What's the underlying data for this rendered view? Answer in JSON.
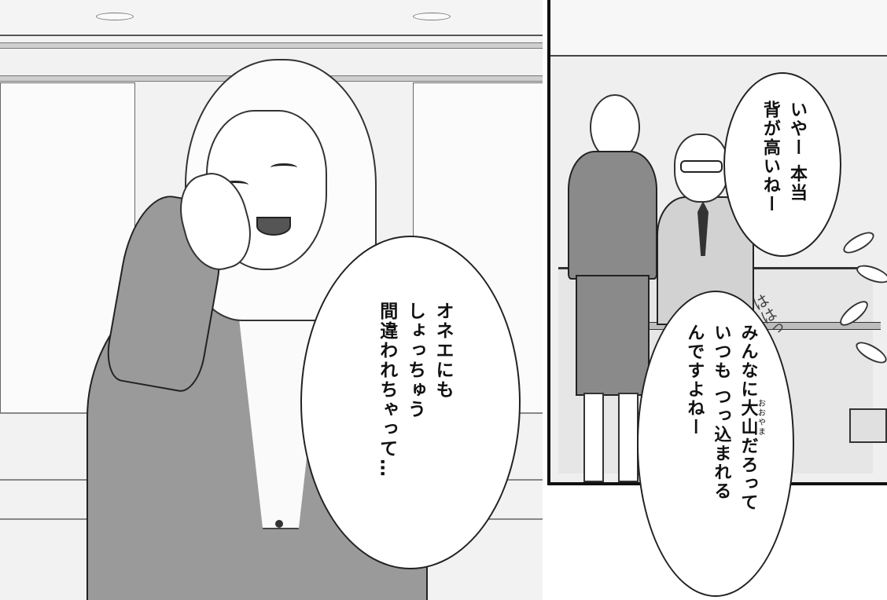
{
  "bubbles": {
    "top_right": {
      "line1": "いやー 本当",
      "line2": "背が高いねー"
    },
    "left": {
      "line1": "オネエにも",
      "line2": "しょっちゅう",
      "line3": "間違われちゃって…"
    },
    "bottom_right": {
      "line1_before": "みんなに",
      "line1_kanji": "大山",
      "line1_ruby": "おおやま",
      "line1_after": "だろって",
      "line2": "いつも つっ込まれる",
      "line3": "んですよねー"
    }
  },
  "sfx": {
    "laugh": "ははっ"
  }
}
